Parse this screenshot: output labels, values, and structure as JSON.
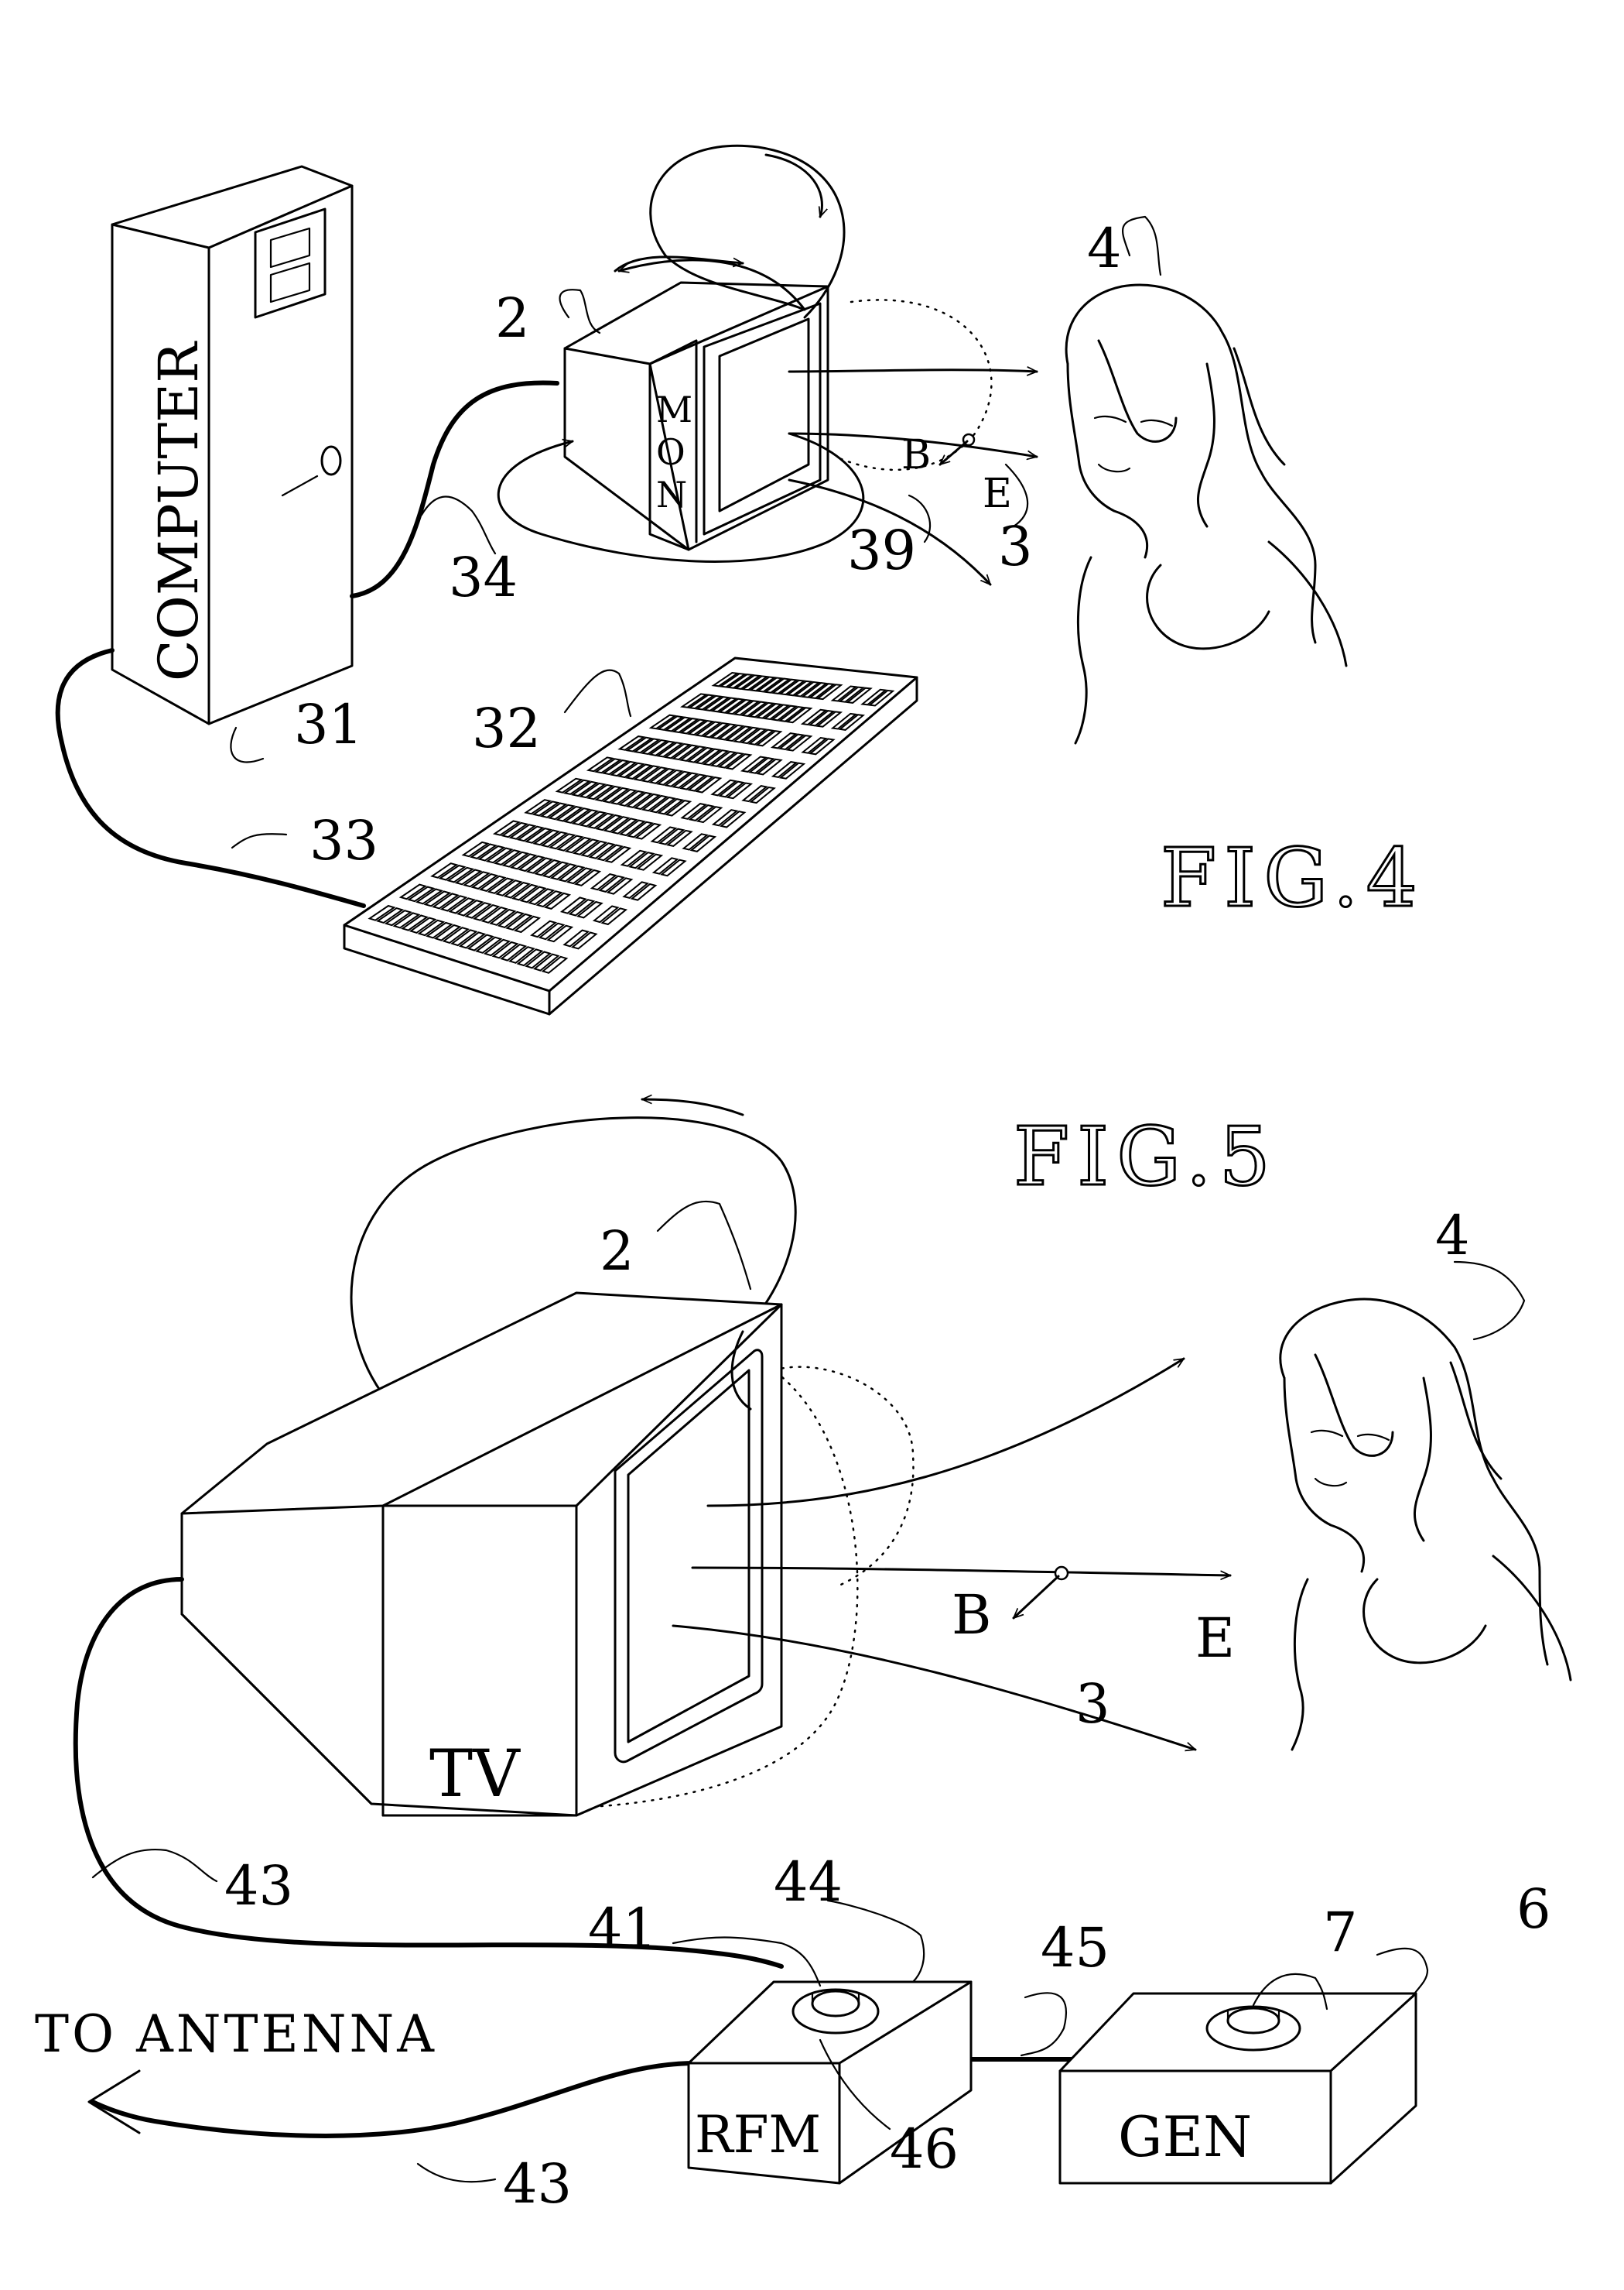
{
  "figure4": {
    "title": "FIG.4",
    "labels": {
      "computer": "COMPUTER",
      "monitor_m": "M",
      "monitor_o": "O",
      "monitor_n": "N",
      "b_field": "B",
      "e_field": "E"
    },
    "refs": {
      "r2": "2",
      "r3": "3",
      "r4": "4",
      "r31": "31",
      "r32": "32",
      "r33": "33",
      "r34": "34",
      "r39": "39"
    }
  },
  "figure5": {
    "title": "FIG.5",
    "labels": {
      "tv": "TV",
      "rfm": "RFM",
      "gen": "GEN",
      "to_antenna": "TO ANTENNA",
      "b_field": "B",
      "e_field": "E"
    },
    "refs": {
      "r2": "2",
      "r3": "3",
      "r4": "4",
      "r6": "6",
      "r7": "7",
      "r41": "41",
      "r43a": "43",
      "r43b": "43",
      "r44": "44",
      "r45": "45",
      "r46": "46"
    }
  }
}
